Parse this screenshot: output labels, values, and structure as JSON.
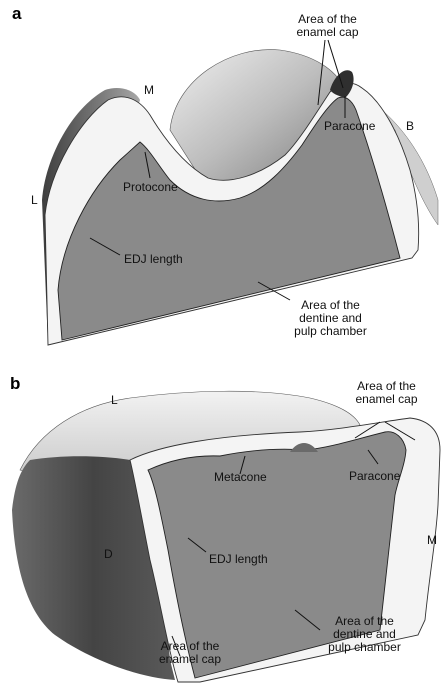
{
  "panel_a": {
    "letter": "a",
    "labels": {
      "enamel_cap": "Area of the\nenamel cap",
      "m": "M",
      "paracone": "Paracone",
      "b": "B",
      "protocone": "Protocone",
      "l": "L",
      "edj": "EDJ length",
      "dentine": "Area of the\ndentine and\npulp chamber"
    }
  },
  "panel_b": {
    "letter": "b",
    "labels": {
      "l": "L",
      "enamel_cap_top": "Area of the\nenamel cap",
      "metacone": "Metacone",
      "paracone": "Paracone",
      "m": "M",
      "d": "D",
      "edj": "EDJ length",
      "dentine": "Area of the\ndentine and\npulp chamber",
      "enamel_cap_bottom": "Area of the\nenamel cap"
    }
  },
  "colors": {
    "dentine": "#8a8a8a",
    "enamel": "#f3f3f3",
    "surface_dark": "#555555",
    "surface_light": "#d9d9d9"
  }
}
